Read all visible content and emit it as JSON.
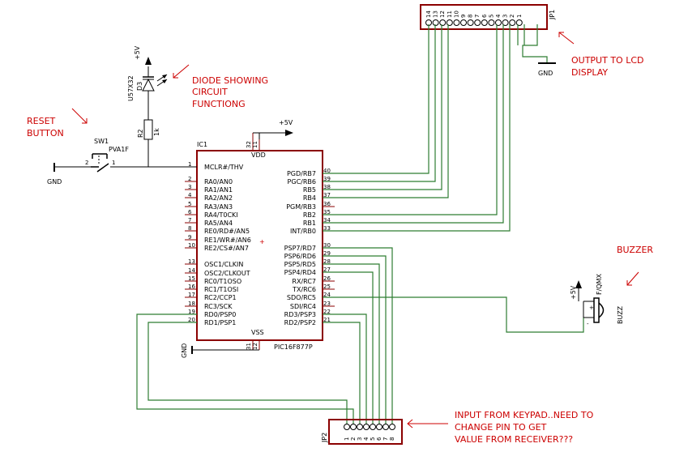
{
  "annotations": {
    "diode_line1": "DIODE SHOWING",
    "diode_line2": "CIRCUIT",
    "diode_line3": "FUNCTIONG",
    "reset_line1": "RESET",
    "reset_line2": "BUTTON",
    "lcd_line1": "OUTPUT TO LCD",
    "lcd_line2": "DISPLAY",
    "buzzer": "BUZZER",
    "keypad_line1": "INPUT FROM KEYPAD..NEED TO",
    "keypad_line2": "CHANGE PIN TO GET",
    "keypad_line3": "VALUE FROM RECEIVER???"
  },
  "ic": {
    "ref": "IC1",
    "part": "PIC16F877P",
    "vdd": "VDD",
    "vss": "VSS",
    "vdd_pins": [
      "32",
      "11"
    ],
    "vss_pins": [
      "31",
      "12"
    ],
    "left_pins": [
      {
        "num": "1",
        "name": "MCLR#/THV"
      },
      {
        "num": "2",
        "name": "RA0/AN0"
      },
      {
        "num": "3",
        "name": "RA1/AN1"
      },
      {
        "num": "4",
        "name": "RA2/AN2"
      },
      {
        "num": "5",
        "name": "RA3/AN3"
      },
      {
        "num": "6",
        "name": "RA4/T0CKI"
      },
      {
        "num": "7",
        "name": "RA5/AN4"
      },
      {
        "num": "8",
        "name": "RE0/RD#/AN5"
      },
      {
        "num": "9",
        "name": "RE1/WR#/AN6"
      },
      {
        "num": "10",
        "name": "RE2/CS#/AN7"
      },
      {
        "num": "13",
        "name": "OSC1/CLKIN"
      },
      {
        "num": "14",
        "name": "OSC2/CLKOUT"
      },
      {
        "num": "15",
        "name": "RC0/T1OSO"
      },
      {
        "num": "16",
        "name": "RC1/T1OSI"
      },
      {
        "num": "17",
        "name": "RC2/CCP1"
      },
      {
        "num": "18",
        "name": "RC3/SCK"
      },
      {
        "num": "19",
        "name": "RD0/PSP0"
      },
      {
        "num": "20",
        "name": "RD1/PSP1"
      }
    ],
    "right_pins": [
      {
        "num": "40",
        "name": "PGD/RB7"
      },
      {
        "num": "39",
        "name": "PGC/RB6"
      },
      {
        "num": "38",
        "name": "RB5"
      },
      {
        "num": "37",
        "name": "RB4"
      },
      {
        "num": "36",
        "name": "PGM/RB3"
      },
      {
        "num": "35",
        "name": "RB2"
      },
      {
        "num": "34",
        "name": "RB1"
      },
      {
        "num": "33",
        "name": "INT/RB0"
      },
      {
        "num": "30",
        "name": "PSP7/RD7"
      },
      {
        "num": "29",
        "name": "PSP6/RD6"
      },
      {
        "num": "28",
        "name": "PSP5/RD5"
      },
      {
        "num": "27",
        "name": "PSP4/RD4"
      },
      {
        "num": "26",
        "name": "RX/RC7"
      },
      {
        "num": "25",
        "name": "TX/RC6"
      },
      {
        "num": "24",
        "name": "SDO/RC5"
      },
      {
        "num": "23",
        "name": "SDI/RC4"
      },
      {
        "num": "22",
        "name": "RD3/PSP3"
      },
      {
        "num": "21",
        "name": "RD2/PSP2"
      }
    ]
  },
  "power": {
    "plus5v": "+5V",
    "gnd": "GND"
  },
  "components": {
    "diode_ref": "D3",
    "diode_value": "U57X32",
    "resistor_ref": "R2",
    "resistor_value": "1k",
    "switch_ref": "SW1",
    "switch_value": "PVA1F",
    "switch_pin_left": "2",
    "switch_pin_right": "1",
    "buzzer_value": "F/QMX",
    "buzzer_ref": "BUZZ",
    "buzzer_plus": "+",
    "buzzer_minus": "-",
    "lcd_ref": "JP1",
    "keypad_ref": "JP2"
  },
  "jp1_pins": [
    "14",
    "13",
    "12",
    "11",
    "10",
    "9",
    "8",
    "7",
    "6",
    "5",
    "4",
    "3",
    "2",
    "1"
  ],
  "jp2_pins": [
    "1",
    "2",
    "3",
    "4",
    "5",
    "6",
    "7",
    "8"
  ]
}
